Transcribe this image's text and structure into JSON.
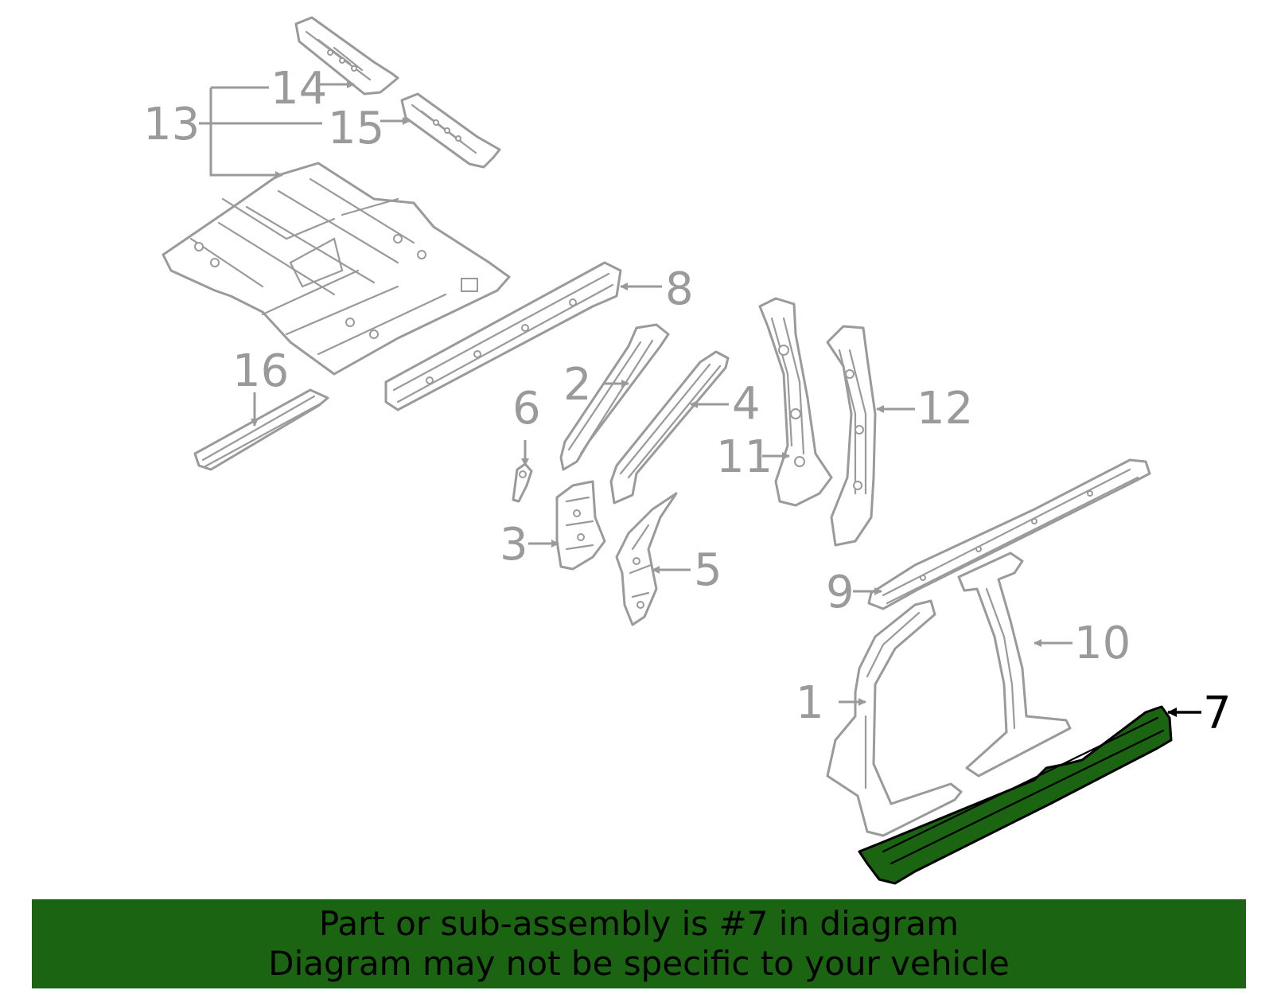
{
  "callouts": {
    "c1": "1",
    "c2": "2",
    "c3": "3",
    "c4": "4",
    "c5": "5",
    "c6": "6",
    "c7": "7",
    "c8": "8",
    "c9": "9",
    "c10": "10",
    "c11": "11",
    "c12": "12",
    "c13": "13",
    "c14": "14",
    "c15": "15",
    "c16": "16"
  },
  "highlight": {
    "part_number": "7",
    "color": "#1a6412"
  },
  "banner": {
    "line1": "Part or sub-assembly is #7 in diagram",
    "line2": "Diagram may not be specific to your vehicle",
    "background": "#1a6412"
  }
}
